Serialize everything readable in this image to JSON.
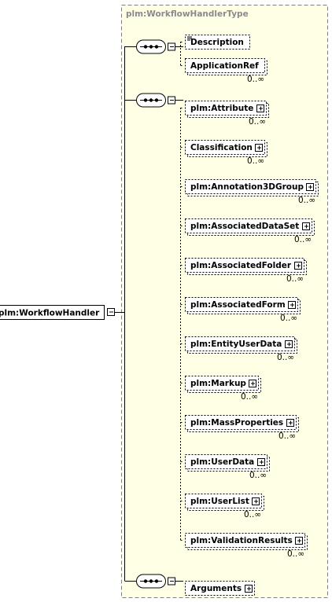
{
  "type_box": {
    "title": "plm:WorkflowHandlerType"
  },
  "root": {
    "label": "plm:WorkflowHandler"
  },
  "sequence_groups": [
    {
      "name": "sequence-1",
      "children": [
        {
          "label": "Description",
          "occurrence": "",
          "expandable": false,
          "documented": true
        },
        {
          "label": "ApplicationRef",
          "occurrence": "0..∞",
          "expandable": false,
          "documented": false
        }
      ]
    },
    {
      "name": "sequence-2",
      "children": [
        {
          "label": "plm:Attribute",
          "occurrence": "0..∞",
          "expandable": true
        },
        {
          "label": "Classification",
          "occurrence": "0..∞",
          "expandable": true
        },
        {
          "label": "plm:Annotation3DGroup",
          "occurrence": "0..∞",
          "expandable": true
        },
        {
          "label": "plm:AssociatedDataSet",
          "occurrence": "0..∞",
          "expandable": true
        },
        {
          "label": "plm:AssociatedFolder",
          "occurrence": "0..∞",
          "expandable": true
        },
        {
          "label": "plm:AssociatedForm",
          "occurrence": "0..∞",
          "expandable": true
        },
        {
          "label": "plm:EntityUserData",
          "occurrence": "0..∞",
          "expandable": true
        },
        {
          "label": "plm:Markup",
          "occurrence": "0..∞",
          "expandable": true
        },
        {
          "label": "plm:MassProperties",
          "occurrence": "0..∞",
          "expandable": true
        },
        {
          "label": "plm:UserData",
          "occurrence": "0..∞",
          "expandable": true
        },
        {
          "label": "plm:UserList",
          "occurrence": "0..∞",
          "expandable": true
        },
        {
          "label": "plm:ValidationResults",
          "occurrence": "0..∞",
          "expandable": true
        }
      ]
    },
    {
      "name": "sequence-3",
      "children": [
        {
          "label": "Arguments",
          "occurrence": "",
          "expandable": true
        }
      ]
    }
  ],
  "colors": {
    "container_fill": "#ffffe6",
    "border": "#808080",
    "line": "#000000",
    "type_text": "#8a8a8a"
  },
  "icons": {
    "expand": "plus-box-icon",
    "collapse": "minus-box-icon",
    "sequence": "sequence-compositor-icon"
  }
}
